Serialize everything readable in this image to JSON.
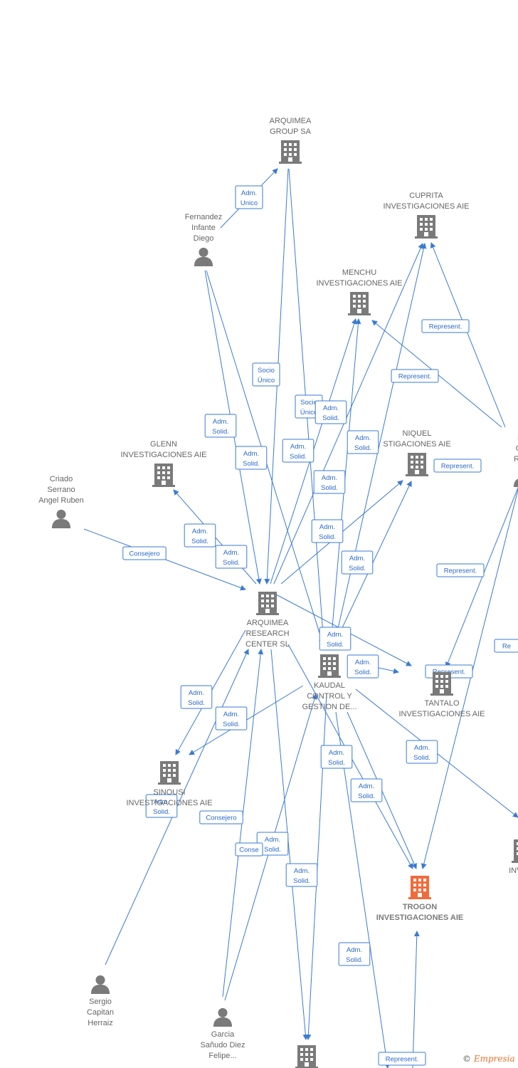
{
  "colors": {
    "edge": "#3a7bd5",
    "company": "#7a7a7a",
    "person": "#7a7a7a",
    "focus": "#f26b3a"
  },
  "nodes": [
    {
      "id": "arquimea_group",
      "type": "company",
      "label": [
        "ARQUIMEA",
        "GROUP SA"
      ],
      "labelPos": "above"
    },
    {
      "id": "cuprita",
      "type": "company",
      "label": [
        "CUPRITA",
        "INVESTIGACIONES AIE"
      ],
      "labelPos": "above"
    },
    {
      "id": "fernandez",
      "type": "person",
      "label": [
        "Fernandez",
        "Infante",
        "Diego"
      ],
      "labelPos": "above"
    },
    {
      "id": "menchu",
      "type": "company",
      "label": [
        "MENCHU",
        "INVESTIGACIONES AIE"
      ],
      "labelPos": "above"
    },
    {
      "id": "glenn",
      "type": "company",
      "label": [
        "GLENN",
        "INVESTIGACIONES AIE"
      ],
      "labelPos": "above"
    },
    {
      "id": "niquel",
      "type": "company",
      "label": [
        "NIQUEL",
        "STIGACIONES AIE"
      ],
      "labelPos": "above"
    },
    {
      "id": "criado",
      "type": "person",
      "label": [
        "Criado",
        "Serrano",
        "Angel Ruben"
      ],
      "labelPos": "above"
    },
    {
      "id": "pla",
      "type": "person",
      "label": [
        "Pla",
        "Gon",
        "Rosa"
      ],
      "labelPos": "above"
    },
    {
      "id": "arquimea_rc",
      "type": "company",
      "label": [
        "ARQUIMEA",
        "RESEARCH",
        "CENTER  SL"
      ],
      "labelPos": "below"
    },
    {
      "id": "kaudal",
      "type": "company",
      "label": [
        "KAUDAL",
        "CONTROL Y",
        "GESTION DE..."
      ],
      "labelPos": "below"
    },
    {
      "id": "tantalo",
      "type": "company",
      "label": [
        "TANTALO",
        "INVESTIGACIONES AIE"
      ],
      "labelPos": "below"
    },
    {
      "id": "sinousi",
      "type": "company",
      "label": [
        "SINOUSI",
        "INVESTIGACIONES AIE"
      ],
      "labelPos": "below"
    },
    {
      "id": "trogon",
      "type": "focus",
      "label": [
        "TROGON",
        "INVESTIGACIONES AIE"
      ],
      "labelPos": "below"
    },
    {
      "id": "invest_right",
      "type": "company",
      "label": [
        "INVEST"
      ],
      "labelPos": "below"
    },
    {
      "id": "sergio",
      "type": "person",
      "label": [
        "Sergio",
        "Capitan",
        "Herraiz"
      ],
      "labelPos": "below"
    },
    {
      "id": "garcia",
      "type": "person",
      "label": [
        "Garcia",
        "Sañudo Diez",
        "Felipe..."
      ],
      "labelPos": "below"
    },
    {
      "id": "bottom_co",
      "type": "company",
      "label": [],
      "labelPos": "below"
    }
  ],
  "edge_labels": [
    {
      "lines": [
        "Adm.",
        "Unico"
      ]
    },
    {
      "lines": [
        "Socio",
        "Único"
      ]
    },
    {
      "lines": [
        "Socio",
        "Único"
      ]
    },
    {
      "lines": [
        "Adm.",
        "Solid."
      ]
    },
    {
      "lines": [
        "Adm.",
        "Solid."
      ]
    },
    {
      "lines": [
        "Adm.",
        "Solid."
      ]
    },
    {
      "lines": [
        "Adm.",
        "Solid."
      ]
    },
    {
      "lines": [
        "Adm.",
        "Solid."
      ]
    },
    {
      "lines": [
        "Adm.",
        "Solid."
      ]
    },
    {
      "lines": [
        "Adm.",
        "Solid."
      ]
    },
    {
      "lines": [
        "Adm.",
        "Solid."
      ]
    },
    {
      "lines": [
        "Adm.",
        "Solid."
      ]
    },
    {
      "lines": [
        "Adm.",
        "Solid."
      ]
    },
    {
      "lines": [
        "Adm.",
        "Solid."
      ]
    },
    {
      "lines": [
        "Adm.",
        "Solid."
      ]
    },
    {
      "lines": [
        "Adm.",
        "Solid."
      ]
    },
    {
      "lines": [
        "Adm.",
        "Solid."
      ]
    },
    {
      "lines": [
        "Adm.",
        "Solid."
      ]
    },
    {
      "lines": [
        "Adm.",
        "Solid."
      ]
    },
    {
      "lines": [
        "Adm.",
        "Solid."
      ]
    },
    {
      "lines": [
        "Adm.",
        "Solid."
      ]
    },
    {
      "lines": [
        "Adm.",
        "Solid."
      ]
    },
    {
      "lines": [
        "Adm.",
        "Solid."
      ]
    },
    {
      "lines": [
        "Adm.",
        "Solid."
      ]
    },
    {
      "lines": [
        "Represent."
      ]
    },
    {
      "lines": [
        "Represent."
      ]
    },
    {
      "lines": [
        "Represent."
      ]
    },
    {
      "lines": [
        "Represent."
      ]
    },
    {
      "lines": [
        "Represent."
      ]
    },
    {
      "lines": [
        "Represent."
      ]
    },
    {
      "lines": [
        "Re"
      ]
    },
    {
      "lines": [
        "Consejero"
      ]
    },
    {
      "lines": [
        "Consejero"
      ]
    },
    {
      "lines": [
        "Conse"
      ]
    }
  ],
  "copyright": {
    "symbol": "©",
    "brand": "Empresia"
  }
}
